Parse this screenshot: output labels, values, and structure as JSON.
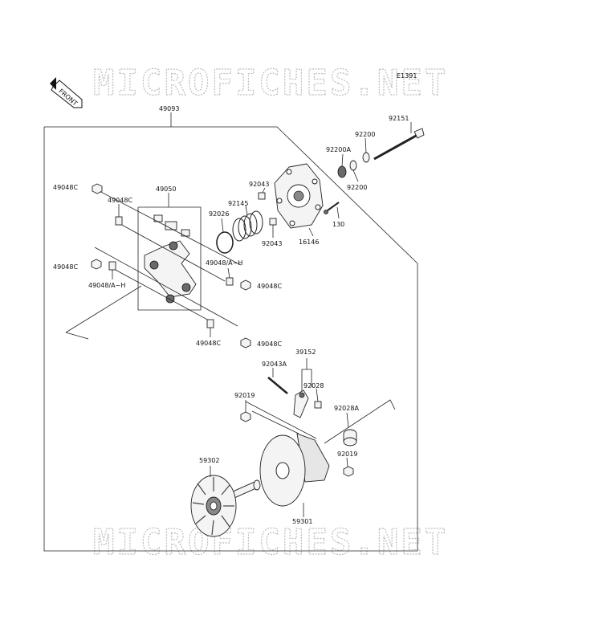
{
  "watermark": {
    "text": "MICROFICHES.NET"
  },
  "diagram_code": "E1391",
  "front_tag": "FRONT",
  "labels": {
    "l49093": "49093",
    "l92151": "92151",
    "l92200a": "92200",
    "l92200A": "92200A",
    "l92200b": "92200",
    "l49048C_1": "49048C",
    "l49048C_2": "49048C",
    "l49050": "49050",
    "l92043_1": "92043",
    "l92145": "92145",
    "l92026": "92026",
    "l92043_2": "92043",
    "l16146": "16146",
    "l130": "130",
    "l49048AH_1": "49048/A~H",
    "l49048C_3": "49048C",
    "l49048C_4": "49048C",
    "l49048AH_2": "49048/A~H",
    "l49048C_5": "49048C",
    "l49048C_6": "49048C",
    "l39152": "39152",
    "l92043A": "92043A",
    "l92028": "92028",
    "l92019_1": "92019",
    "l92028A": "92028A",
    "l92019_2": "92019",
    "l59302": "59302",
    "l59301": "59301"
  }
}
